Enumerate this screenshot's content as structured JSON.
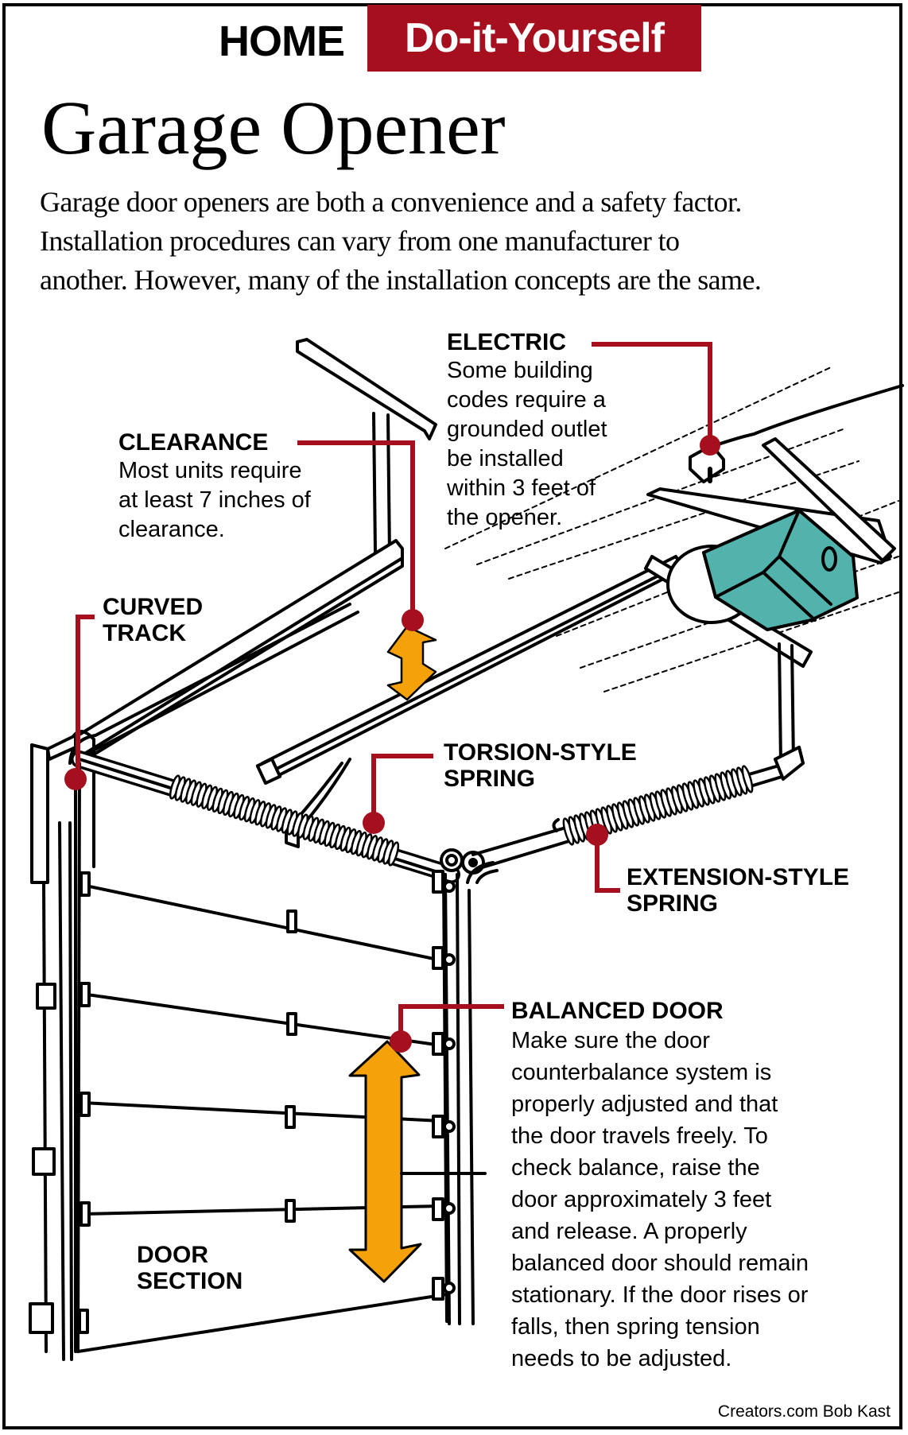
{
  "header": {
    "section": "HOME",
    "badge": "Do-it-Yourself"
  },
  "title": "Garage Opener",
  "intro": {
    "lines": [
      "Garage door openers are both a convenience and a safety factor.",
      "Installation procedures can vary from one manufacturer to",
      "another. However, many of the installation concepts are the same."
    ]
  },
  "callouts": {
    "electric": {
      "heading": "ELECTRIC",
      "lines": [
        "Some building",
        "codes require a",
        "grounded outlet",
        "be installed",
        "within 3 feet of",
        "the opener."
      ]
    },
    "clearance": {
      "heading": "CLEARANCE",
      "lines": [
        "Most units require",
        "at least 7 inches of",
        "clearance."
      ]
    },
    "curved_track": {
      "lines": [
        "CURVED",
        "TRACK"
      ]
    },
    "torsion_spring": {
      "lines": [
        "TORSION-STYLE",
        "SPRING"
      ]
    },
    "extension_spring": {
      "lines": [
        "EXTENSION-STYLE",
        "SPRING"
      ]
    },
    "balanced_door": {
      "heading": "BALANCED DOOR",
      "lines": [
        "Make sure the door",
        "counterbalance system is",
        "properly adjusted and that",
        "the door travels freely. To",
        "check balance, raise the",
        "door approximately 3 feet",
        "and release. A properly",
        "balanced door should remain",
        "stationary. If the door rises or",
        "falls, then spring tension",
        "needs to be adjusted."
      ]
    },
    "door_section": {
      "lines": [
        "DOOR",
        "SECTION"
      ]
    }
  },
  "credit": "Creators.com Bob Kast",
  "colors": {
    "accent_red": "#a50f1e",
    "arrow_orange": "#f5a10a",
    "opener_teal": "#52b3ad",
    "line_black": "#000000"
  }
}
